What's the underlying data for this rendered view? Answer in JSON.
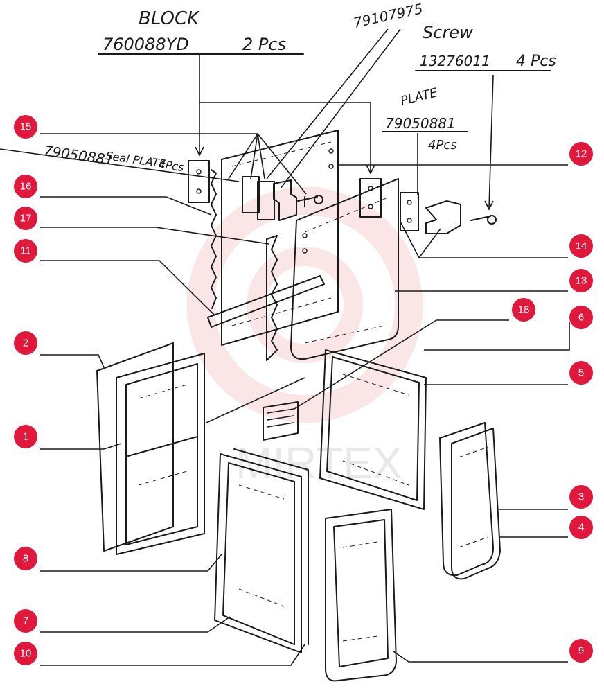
{
  "annotations": {
    "block": {
      "title": "BLOCK",
      "part_no": "760088YD",
      "qty": "2 Pcs"
    },
    "top_part_no": "79107975",
    "screw": {
      "title": "Screw",
      "part_no": "13276011",
      "qty": "4 Pcs"
    },
    "plate_right": {
      "title": "PLATE",
      "part_no": "79050881",
      "qty": "4Pcs"
    },
    "seal_plate": {
      "part_no": "79050881",
      "title": "Seal PLATE",
      "qty": "4Pcs"
    }
  },
  "callouts": [
    "15",
    "16",
    "17",
    "11",
    "2",
    "1",
    "8",
    "7",
    "10",
    "12",
    "14",
    "13",
    "18",
    "6",
    "5",
    "3",
    "4",
    "9"
  ],
  "watermark": "MIRTEX",
  "colors": {
    "badge": "#e0183c",
    "ink": "#1a1a1a",
    "watermark": "#f2b8b8"
  }
}
